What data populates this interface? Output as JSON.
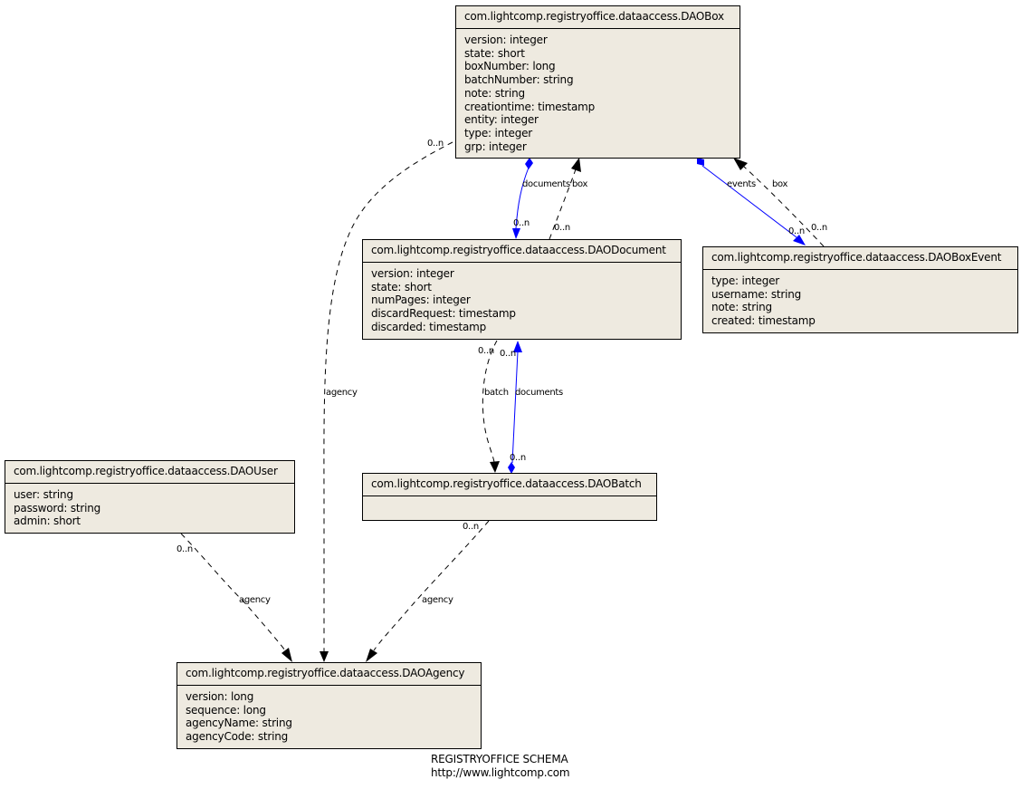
{
  "classes": {
    "box": {
      "name": "com.lightcomp.registryoffice.dataaccess.DAOBox",
      "attributes": [
        "version: integer",
        "state: short",
        "boxNumber: long",
        "batchNumber: string",
        "note: string",
        "creationtime: timestamp",
        "entity: integer",
        "type: integer",
        "grp: integer"
      ]
    },
    "document": {
      "name": "com.lightcomp.registryoffice.dataaccess.DAODocument",
      "attributes": [
        "version: integer",
        "state: short",
        "numPages: integer",
        "discardRequest: timestamp",
        "discarded: timestamp"
      ]
    },
    "boxevent": {
      "name": "com.lightcomp.registryoffice.dataaccess.DAOBoxEvent",
      "attributes": [
        "type: integer",
        "username: string",
        "note: string",
        "created: timestamp"
      ]
    },
    "user": {
      "name": "com.lightcomp.registryoffice.dataaccess.DAOUser",
      "attributes": [
        "user: string",
        "password: string",
        "admin: short"
      ]
    },
    "batch": {
      "name": "com.lightcomp.registryoffice.dataaccess.DAOBatch",
      "attributes": []
    },
    "agency": {
      "name": "com.lightcomp.registryoffice.dataaccess.DAOAgency",
      "attributes": [
        "version: long",
        "sequence: long",
        "agencyName: string",
        "agencyCode: string"
      ]
    }
  },
  "edge_labels": {
    "documents": "documents",
    "box": "box",
    "events": "events",
    "agency": "agency",
    "batch": "batch",
    "multiplicity": "0..n"
  },
  "colors": {
    "composition": "#0000ff",
    "reference": "#000000",
    "class_fill": "#eeeae0"
  },
  "footer": {
    "title": "REGISTRYOFFICE SCHEMA",
    "url": "http://www.lightcomp.com"
  }
}
